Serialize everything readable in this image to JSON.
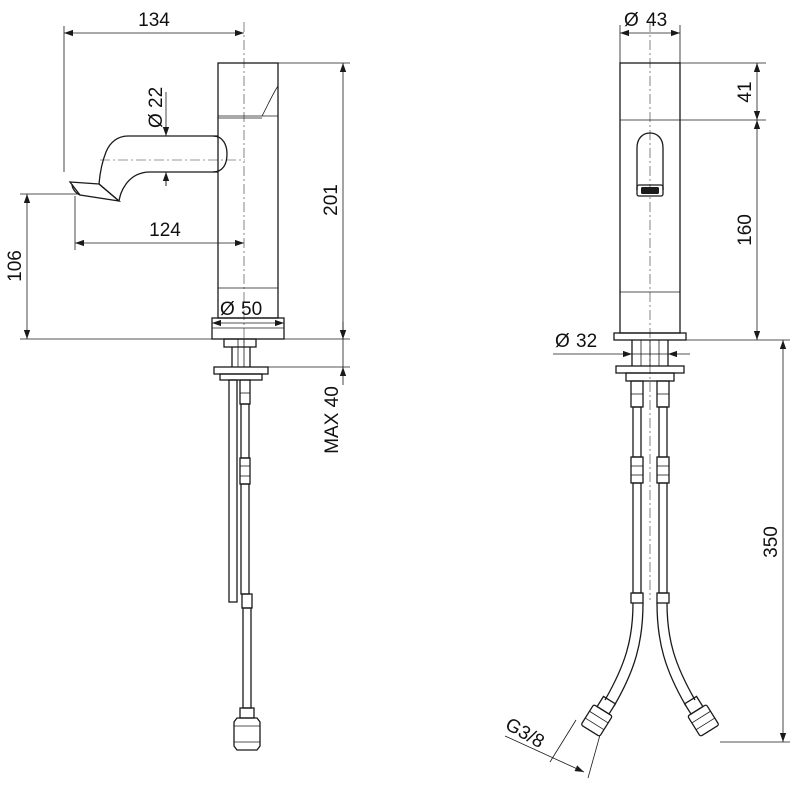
{
  "side_view": {
    "dim_width_total": "134",
    "dim_spout_diameter": "22",
    "dim_spout_reach": "124",
    "dim_spout_height": "106",
    "dim_total_height": "201",
    "dim_base_diameter": "50",
    "dim_deck_thickness": "MAX 40"
  },
  "front_view": {
    "dim_body_diameter": "43",
    "dim_cap_height": "41",
    "dim_body_height": "160",
    "dim_shank_diameter": "32",
    "dim_hose_length": "350",
    "dim_connection_thread": "G3/8"
  },
  "symbols": {
    "diameter": "Ø"
  },
  "colors": {
    "line": "#1a1a1a",
    "background": "#ffffff"
  }
}
